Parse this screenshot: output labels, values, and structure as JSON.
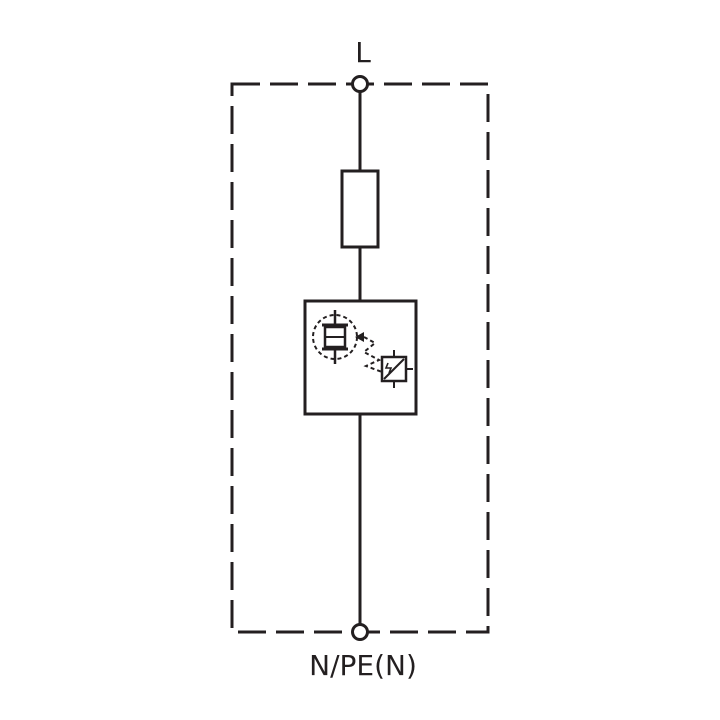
{
  "diagram": {
    "top_terminal": {
      "label": "L"
    },
    "bottom_terminal": {
      "label": "N/PE(N)"
    },
    "colors": {
      "line": "#231f20",
      "background": "#ffffff"
    },
    "components": [
      "fuse",
      "varistor-with-thermal-disconnect",
      "status-indicator"
    ]
  }
}
